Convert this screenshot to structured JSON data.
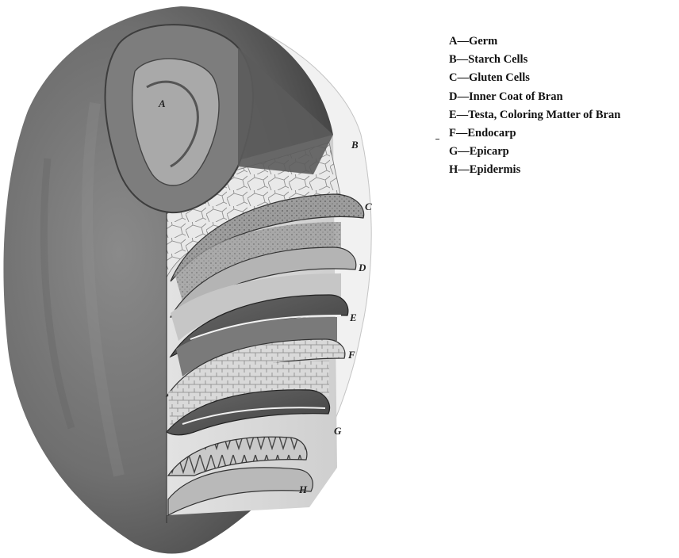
{
  "diagram": {
    "markers": [
      "A",
      "B",
      "C",
      "D",
      "E",
      "F",
      "G",
      "H"
    ]
  },
  "legend": {
    "items": [
      "A—Germ",
      "B—Starch Cells",
      "C—Gluten Cells",
      "D—Inner Coat of Bran",
      "E—Testa, Coloring Matter of Bran",
      "F—Endocarp",
      "G—Epicarp",
      "H—Epidermis"
    ]
  }
}
